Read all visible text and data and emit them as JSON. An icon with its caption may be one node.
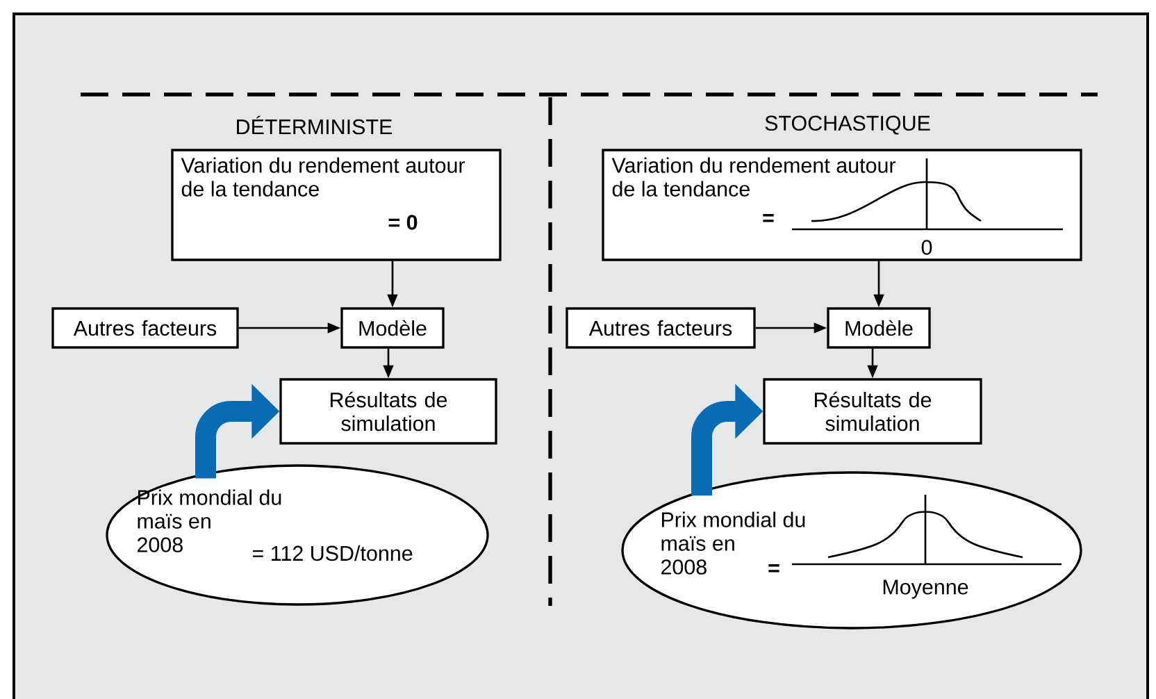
{
  "diagram": {
    "nodes": [
      {
        "text": [
          "Variation du rendement autour de la tendance",
          "= 0"
        ]
      },
      {
        "text": [
          "Autres facteurs"
        ]
      },
      {
        "text": [
          "Modèle"
        ]
      },
      {
        "text": [
          "Résultats de simulation"
        ]
      },
      {
        "text": [
          "Prix mondial du maïs en 2008",
          "= 112 USD/tonne"
        ]
      },
      {
        "text": [
          "Variation du rendement autour de la tendance",
          "=",
          "0"
        ]
      },
      {
        "text": [
          "Autres facteurs"
        ]
      },
      {
        "text": [
          "Modèle"
        ]
      },
      {
        "text": [
          "Résultats de simulation"
        ]
      },
      {
        "text": [
          "Prix mondial du maïs en 2008",
          "=",
          "Moyenne"
        ]
      }
    ],
    "edges": [
      {
        "from": 0,
        "to": 2,
        "arrow": "to"
      },
      {
        "from": 1,
        "to": 2,
        "arrow": "to"
      },
      {
        "from": 2,
        "to": 3,
        "arrow": "to"
      },
      {
        "from": 4,
        "to": 3,
        "arrow": "to",
        "style": "thick",
        "color": "#0a6bb5"
      },
      {
        "from": 5,
        "to": 7,
        "arrow": "to"
      },
      {
        "from": 6,
        "to": 7,
        "arrow": "to"
      },
      {
        "from": 7,
        "to": 8,
        "arrow": "to"
      },
      {
        "from": 9,
        "to": 8,
        "arrow": "to",
        "style": "thick",
        "color": "#0a6bb5"
      }
    ],
    "labels": [
      "DÉTERMINISTE",
      "STOCHASTIQUE"
    ]
  }
}
